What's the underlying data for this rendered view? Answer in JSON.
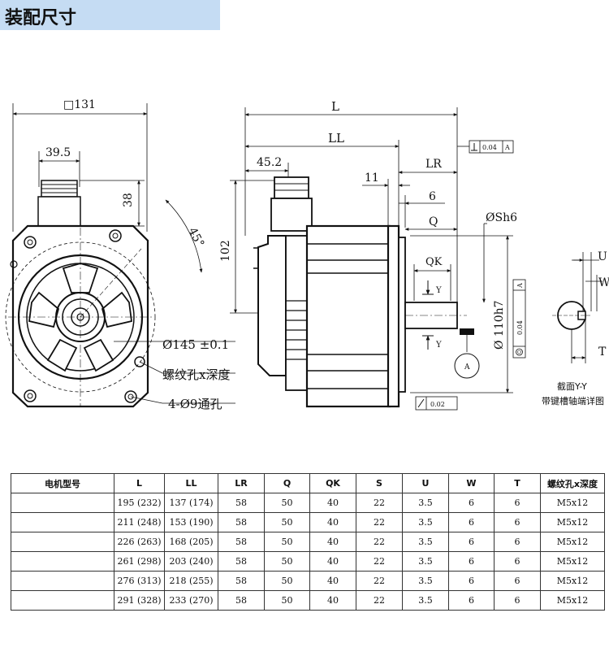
{
  "header": {
    "title": "装配尺寸"
  },
  "drawing": {
    "front_view": {
      "square": "□131",
      "connector_offset": "39.5",
      "connector_height": "38",
      "angle": "45°",
      "pilot_diameter": "Ø145 ±0.1",
      "thread_hole": "螺纹孔x深度",
      "through_holes": "4-Ø9通孔"
    },
    "side_view": {
      "L": "L",
      "LL": "LL",
      "offset": "45.2",
      "LR": "LR",
      "dim_11": "11",
      "dim_6": "6",
      "Q": "Q",
      "QK": "QK",
      "height": "102",
      "shaft_dia": "ØSh6",
      "flange_spigot": "Ø 110h7",
      "tolerance_perp": "0.04",
      "tolerance_conc": "0.04",
      "tolerance_flat": "0.02",
      "datum": "A",
      "section_mark": "Y"
    },
    "section_view": {
      "U": "U",
      "W": "W",
      "T": "T",
      "caption_1": "截面Y-Y",
      "caption_2": "带键槽轴端详图"
    }
  },
  "spec_table": {
    "headers": [
      "电机型号",
      "L",
      "LL",
      "LR",
      "Q",
      "QK",
      "S",
      "U",
      "W",
      "T",
      "螺纹孔x深度"
    ],
    "rows": [
      [
        "",
        "195 (232)",
        "137 (174)",
        "58",
        "50",
        "40",
        "22",
        "3.5",
        "6",
        "6",
        "M5x12"
      ],
      [
        "",
        "211 (248)",
        "153 (190)",
        "58",
        "50",
        "40",
        "22",
        "3.5",
        "6",
        "6",
        "M5x12"
      ],
      [
        "",
        "226 (263)",
        "168 (205)",
        "58",
        "50",
        "40",
        "22",
        "3.5",
        "6",
        "6",
        "M5x12"
      ],
      [
        "",
        "261 (298)",
        "203 (240)",
        "58",
        "50",
        "40",
        "22",
        "3.5",
        "6",
        "6",
        "M5x12"
      ],
      [
        "",
        "276 (313)",
        "218 (255)",
        "58",
        "50",
        "40",
        "22",
        "3.5",
        "6",
        "6",
        "M5x12"
      ],
      [
        "",
        "291 (328)",
        "233 (270)",
        "58",
        "50",
        "40",
        "22",
        "3.5",
        "6",
        "6",
        "M5x12"
      ]
    ]
  }
}
